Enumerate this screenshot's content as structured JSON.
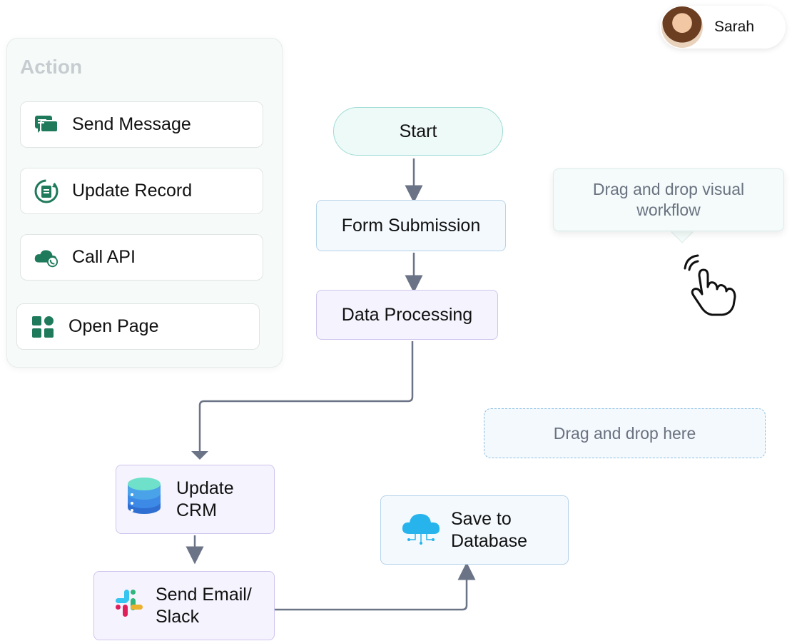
{
  "user": {
    "name": "Sarah",
    "avatar_icon": "user-avatar"
  },
  "action_panel": {
    "title": "Action",
    "items": [
      {
        "label": "Send Message",
        "icon": "chat-icon"
      },
      {
        "label": "Update Record",
        "icon": "record-sync-icon"
      },
      {
        "label": "Call API",
        "icon": "cloud-api-icon"
      },
      {
        "label": "Open Page",
        "icon": "grid-page-icon"
      }
    ]
  },
  "flow": {
    "start": "Start",
    "form_submission": "Form Submission",
    "data_processing": "Data Processing",
    "update_crm": [
      "Update",
      "CRM"
    ],
    "send_email": [
      "Send Email/",
      "Slack"
    ],
    "save_db": [
      "Save to",
      "Database"
    ]
  },
  "tooltip": [
    "Drag and drop visual",
    "workflow"
  ],
  "dropzone": "Drag and drop here",
  "colors": {
    "accent_green": "#1e7a5a",
    "connector": "#6b7386",
    "tooltip_text": "#6b7280"
  }
}
